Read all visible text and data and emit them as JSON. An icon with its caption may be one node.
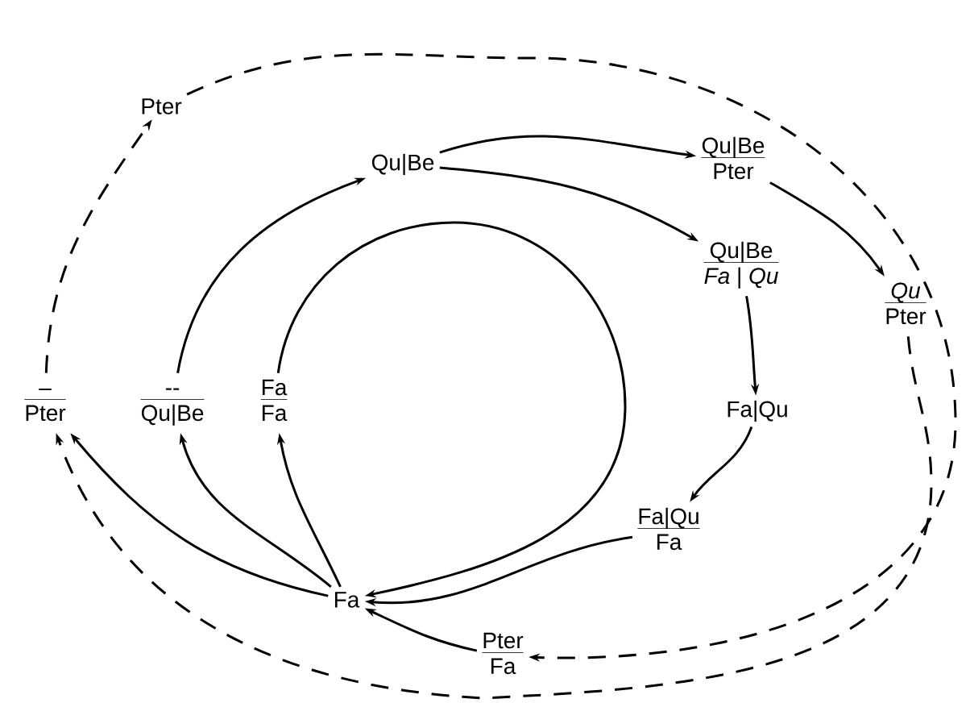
{
  "diagram": {
    "nodes": [
      {
        "text": [
          "Pter"
        ]
      },
      {
        "text": [
          "Qu|Be"
        ]
      },
      {
        "text": [
          "Qu|Be",
          "Pter"
        ]
      },
      {
        "text": [
          "Qu|Be",
          "*Fa* | *Qu*"
        ]
      },
      {
        "text": [
          "*Qu*",
          "Pter"
        ]
      },
      {
        "text": [
          "–",
          "Pter"
        ]
      },
      {
        "text": [
          "--",
          "Qu|Be"
        ]
      },
      {
        "text": [
          "Fa",
          "Fa"
        ]
      },
      {
        "text": [
          "Fa|Qu"
        ]
      },
      {
        "text": [
          "Fa"
        ]
      },
      {
        "text": [
          "Fa|Qu",
          "Fa"
        ]
      },
      {
        "text": [
          "Pter",
          "Fa"
        ]
      }
    ],
    "edges": [
      {
        "from": 5,
        "to": 0,
        "arrow": "to",
        "style": "dashed"
      },
      {
        "from": 0,
        "to": 11,
        "arrow": "to",
        "style": "dashed"
      },
      {
        "from": 6,
        "to": 1,
        "arrow": "to"
      },
      {
        "from": 1,
        "to": 2,
        "arrow": "to"
      },
      {
        "from": 1,
        "to": 3,
        "arrow": "to"
      },
      {
        "from": 2,
        "to": 4,
        "arrow": "to"
      },
      {
        "from": 3,
        "to": 8,
        "arrow": "to"
      },
      {
        "from": 8,
        "to": 10,
        "arrow": "to"
      },
      {
        "from": 10,
        "to": 9,
        "arrow": "to"
      },
      {
        "from": 4,
        "to": 5,
        "arrow": "to",
        "style": "dashed"
      },
      {
        "from": 9,
        "to": 5,
        "arrow": "to"
      },
      {
        "from": 9,
        "to": 6,
        "arrow": "to"
      },
      {
        "from": 9,
        "to": 7,
        "arrow": "to"
      },
      {
        "from": 7,
        "to": 9,
        "arrow": "to"
      },
      {
        "from": 11,
        "to": 9,
        "arrow": "to"
      }
    ]
  }
}
